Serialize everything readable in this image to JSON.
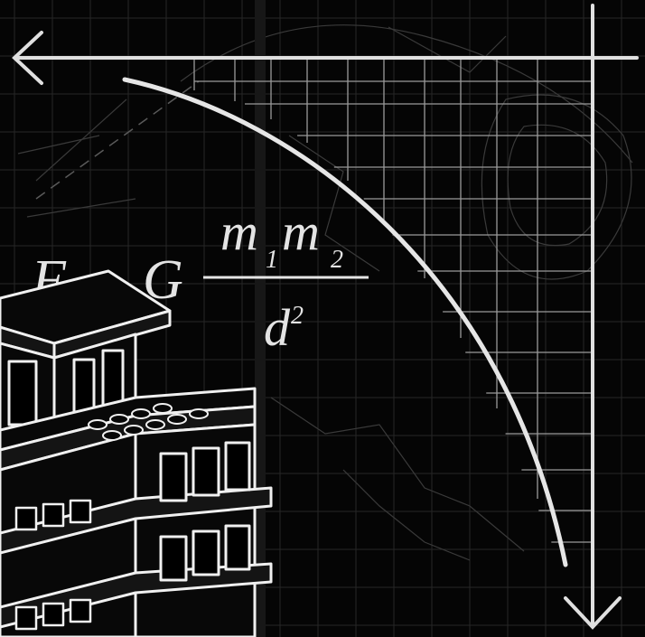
{
  "formula": {
    "lhs": "F",
    "equals": "=",
    "constant": "G",
    "numerator_m1": "m",
    "numerator_sub1": "1",
    "numerator_m2": "m",
    "numerator_sub2": "2",
    "denominator_base": "d",
    "denominator_exp": "2"
  },
  "colors": {
    "background": "#050505",
    "grid_faint": "#2a2a2a",
    "line_bright": "#dcdcdc",
    "text": "#e4e4e4"
  },
  "icons": [
    "left-arrow-icon",
    "down-arrow-icon"
  ]
}
